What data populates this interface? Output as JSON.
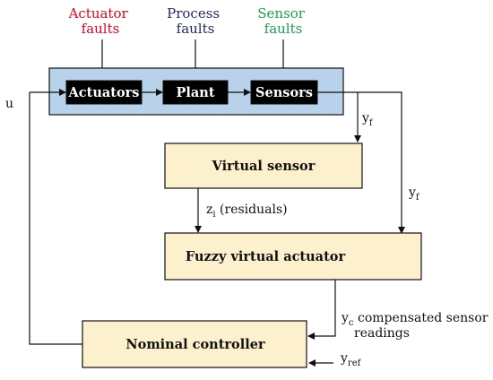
{
  "faults": {
    "actuator": {
      "line1": "Actuator",
      "line2": "faults",
      "color": "#e8001c"
    },
    "process": {
      "line1": "Process",
      "line2": "faults",
      "color": "#1f2a6e"
    },
    "sensor": {
      "line1": "Sensor",
      "line2": "faults",
      "color": "#1aa34a"
    }
  },
  "blocks": {
    "actuators": "Actuators",
    "plant": "Plant",
    "sensors": "Sensors",
    "virtual_sensor": "Virtual sensor",
    "fuzzy_actuator": "Fuzzy virtual actuator",
    "nominal_controller": "Nominal controller"
  },
  "signals": {
    "u": "u",
    "yf_1": {
      "base": "y",
      "sub": "f"
    },
    "yf_2": {
      "base": "y",
      "sub": "f"
    },
    "zi": {
      "base": "z",
      "sub": "i",
      "rest": " (residuals)"
    },
    "yc": {
      "base": "y",
      "sub": "c",
      "rest": " compensated sensor"
    },
    "yc_line2": "readings",
    "yref": {
      "base": "y",
      "sub": "ref"
    }
  },
  "colors": {
    "system_box_fill": "#b7d2ea",
    "light_block_fill": "#fdf0cc",
    "dark_block_fill": "#000000"
  }
}
